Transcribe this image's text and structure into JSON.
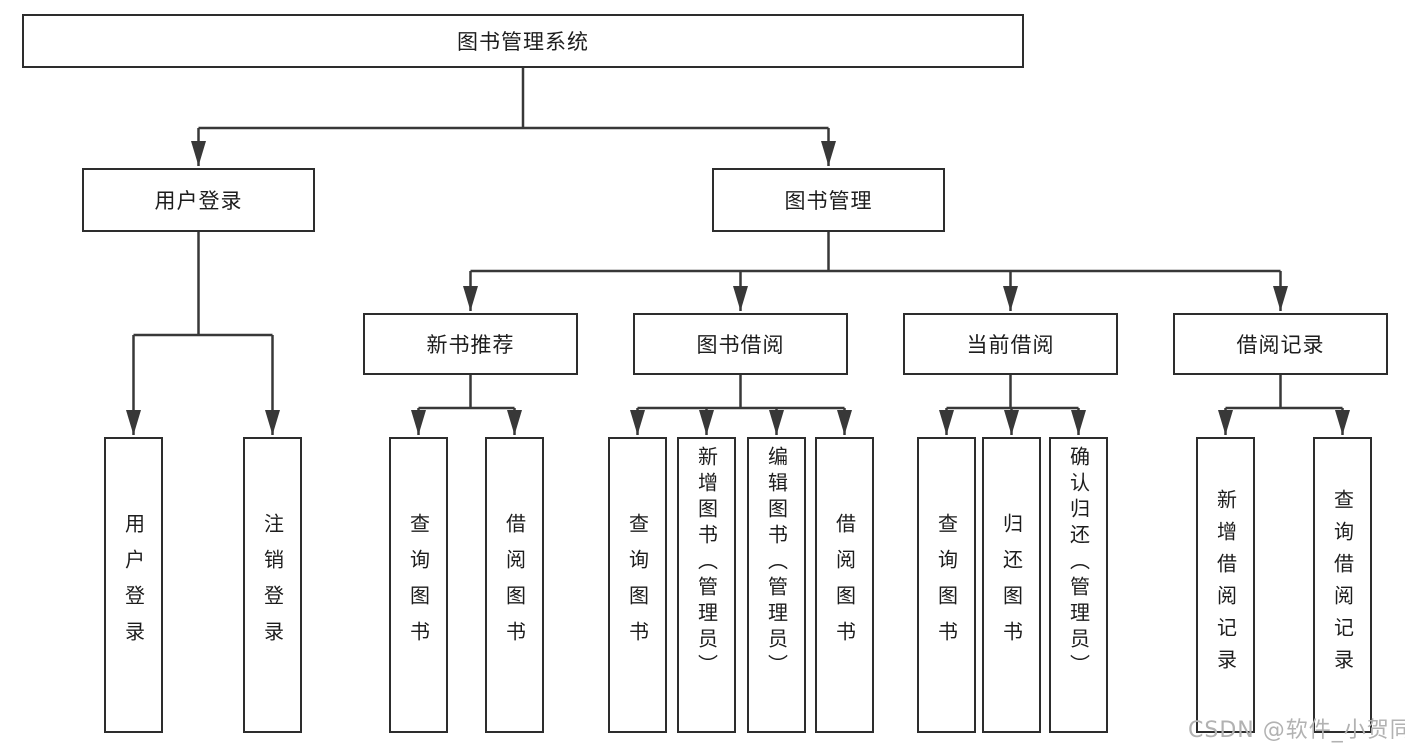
{
  "diagram": {
    "title": "图书管理系统",
    "root": {
      "label": "图书管理系统"
    },
    "level2": [
      {
        "label": "用户登录"
      },
      {
        "label": "图书管理"
      }
    ],
    "level3": [
      {
        "label": "新书推荐"
      },
      {
        "label": "图书借阅"
      },
      {
        "label": "当前借阅"
      },
      {
        "label": "借阅记录"
      }
    ],
    "leaves": [
      {
        "label": "用户登录"
      },
      {
        "label": "注销登录"
      },
      {
        "label": "查询图书"
      },
      {
        "label": "借阅图书"
      },
      {
        "label": "查询图书"
      },
      {
        "label": "新增图书（管理员）"
      },
      {
        "label": "编辑图书（管理员）"
      },
      {
        "label": "借阅图书"
      },
      {
        "label": "查询图书"
      },
      {
        "label": "归还图书"
      },
      {
        "label": "确认归还（管理员）"
      },
      {
        "label": "新增借阅记录"
      },
      {
        "label": "查询借阅记录"
      }
    ],
    "line_color": "#383838",
    "border_color": "#2d2d2d",
    "text_color": "#1d1d1d"
  },
  "watermark": {
    "text": "CSDN @软件_小贺同学"
  }
}
